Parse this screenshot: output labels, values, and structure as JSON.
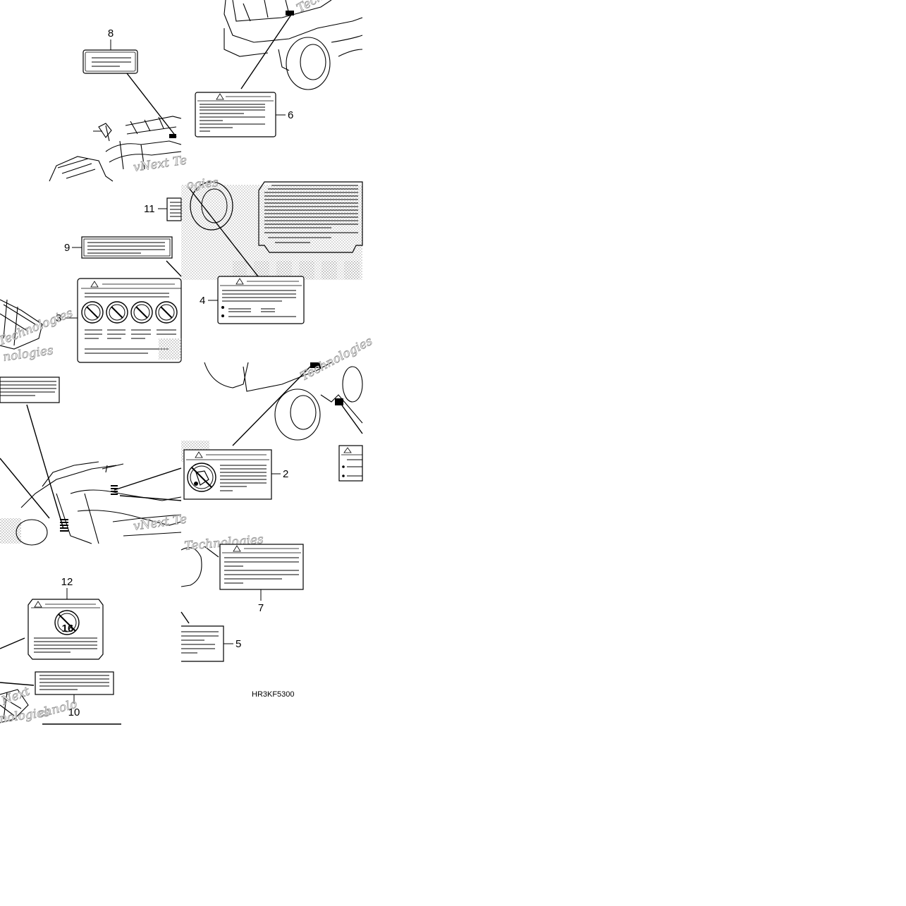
{
  "callouts": {
    "c2": "2",
    "c3": "3",
    "c4": "4",
    "c5": "5",
    "c6": "6",
    "c7": "7",
    "c8": "8",
    "c9": "9",
    "c10": "10",
    "c11": "11",
    "c12": "12"
  },
  "age_symbol": "16",
  "part_code": "HR3KF5300",
  "watermarks": {
    "w1": "Technologies",
    "w2": "vNext Te",
    "w3": "Technologies",
    "w4": "nologies",
    "w5": "vNext Te",
    "w6": "Technologies",
    "w7": "Next",
    "w8": "nologies",
    "w9": "ogies",
    "w10": "Technologies",
    "w11": "chnolo"
  }
}
